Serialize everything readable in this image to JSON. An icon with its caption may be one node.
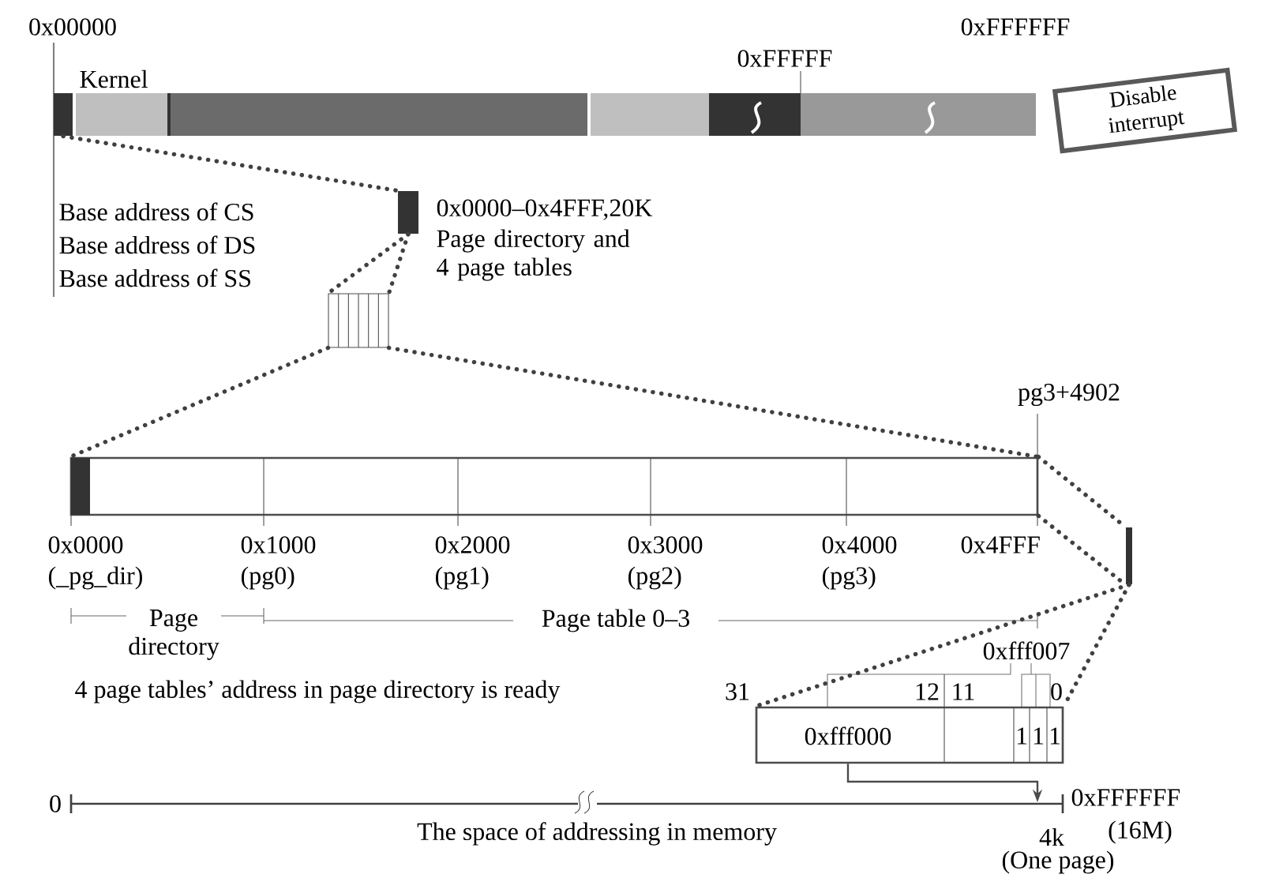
{
  "diagram": {
    "nodes": [
      {
        "text": [],
        "shape": "bar"
      },
      {
        "text": [
          "Disable interrupt"
        ]
      },
      {
        "text": [],
        "shape": "bar",
        "beside": [
          "0x0000–0x4FFF,20K",
          "Page directory and 4 page tables"
        ]
      },
      {
        "text": [],
        "shape": "box"
      },
      {
        "text": [],
        "shape": "bar"
      },
      {
        "text": [],
        "shape": "bar"
      },
      {
        "text": [
          "0xfff000",
          "1",
          "1",
          "1"
        ]
      }
    ],
    "edges": [
      {
        "from": 0,
        "to": 2,
        "arrow": "none",
        "style": "dashed"
      },
      {
        "from": 2,
        "to": 3,
        "arrow": "none",
        "style": "dashed"
      },
      {
        "from": 3,
        "to": 4,
        "arrow": "none",
        "style": "dashed"
      },
      {
        "from": 4,
        "to": 5,
        "arrow": "none",
        "style": "dashed"
      },
      {
        "from": 4,
        "to": 5,
        "arrow": "none",
        "style": "dashed"
      },
      {
        "from": 5,
        "to": 6,
        "arrow": "none",
        "style": "dashed"
      },
      {
        "from": 6,
        "to": null,
        "arrow": "to"
      }
    ],
    "labels": [
      "0x00000",
      "0xFFFFFF",
      "0xFFFFF",
      "Kernel",
      "Base address of CS",
      "Base address of DS",
      "Base address of SS",
      "pg3+4902",
      "0x0000",
      "0x1000",
      "0x2000",
      "0x3000",
      "0x4000",
      "0x4FFF",
      "(_pg_dir)",
      "(pg0)",
      "(pg1)",
      "(pg2)",
      "(pg3)",
      "Page directory",
      "Page table 0–3",
      "0xfff007",
      "4 page tables’ address in page directory is ready",
      "31",
      "12",
      "11",
      "0",
      "0",
      "0xFFFFFF",
      "The space of addressing in memory",
      "4k",
      "(16M)",
      "(One page)"
    ]
  }
}
